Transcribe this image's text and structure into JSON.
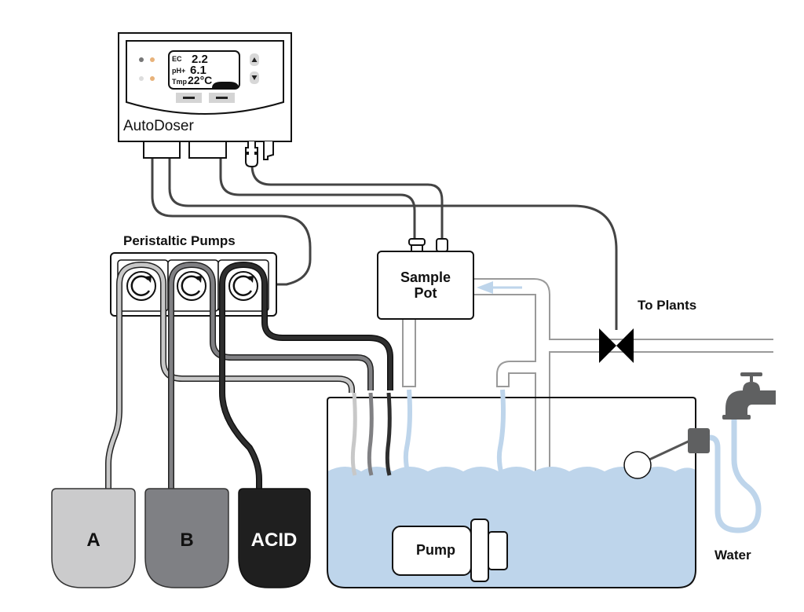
{
  "controller": {
    "brand": "AutoDoser",
    "display": [
      {
        "label": "EC",
        "value": "2.2"
      },
      {
        "label": "pH+",
        "value": "6.1"
      },
      {
        "label": "Tmp",
        "value": "22°C"
      }
    ],
    "led_colors": [
      "#777777",
      "#e8b27a",
      "#dddddd",
      "#e8b27a"
    ]
  },
  "pumps": {
    "title": "Peristaltic Pumps",
    "rotors": [
      "pump-1",
      "pump-2",
      "pump-3"
    ]
  },
  "bottles": [
    {
      "label": "A",
      "fill": "#cbcbcc",
      "text_color": "#111111"
    },
    {
      "label": "B",
      "fill": "#7f8084",
      "text_color": "#111111"
    },
    {
      "label": "ACID",
      "fill": "#1f1f1f",
      "text_color": "#ffffff"
    }
  ],
  "sample_pot": {
    "line1": "Sample",
    "line2": "Pot"
  },
  "labels": {
    "to_plants": "To Plants",
    "water": "Water",
    "pump": "Pump"
  },
  "colors": {
    "water": "#bed5eb",
    "pipe_gray": "#9a9a9a",
    "tube_dark": "#444444",
    "tap": "#5f6061"
  }
}
